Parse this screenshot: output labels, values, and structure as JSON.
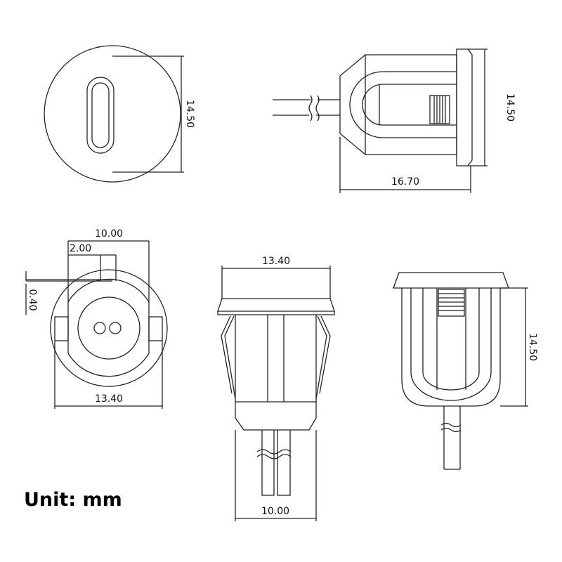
{
  "unit_label": "Unit: mm",
  "views": {
    "front": {
      "height": "14.50"
    },
    "side": {
      "length": "16.70",
      "height": "14.50"
    },
    "rear": {
      "pitch": "10.00",
      "slot": "2.00",
      "offset": "0.40",
      "width": "13.40"
    },
    "bottom_front": {
      "width": "13.40",
      "base": "10.00"
    },
    "bottom_side": {
      "height": "14.50"
    }
  }
}
